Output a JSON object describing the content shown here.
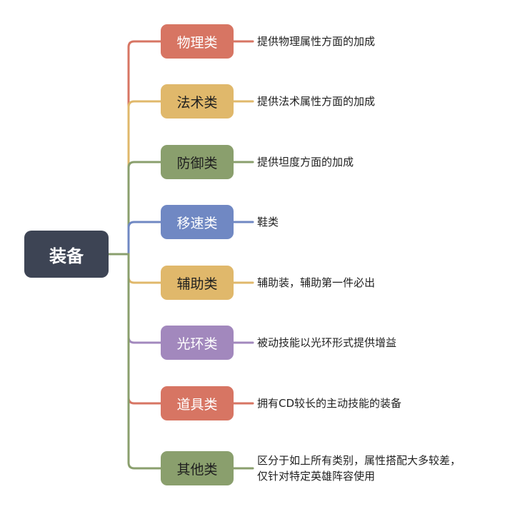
{
  "root": {
    "label": "装备"
  },
  "colors": {
    "root_bg": "#3d4454",
    "red": "#d77563",
    "yellow": "#e0b86b",
    "green": "#8a9f6d",
    "blue": "#7088c3",
    "purple": "#a288bd"
  },
  "branches": [
    {
      "label": "物理类",
      "color": "#d77563",
      "text_color": "#ffffff",
      "desc": [
        "提供物理属性方面的加成"
      ]
    },
    {
      "label": "法术类",
      "color": "#e0b86b",
      "text_color": "#1f1f1f",
      "desc": [
        "提供法术属性方面的加成"
      ]
    },
    {
      "label": "防御类",
      "color": "#8a9f6d",
      "text_color": "#1f1f1f",
      "desc": [
        "提供坦度方面的加成"
      ]
    },
    {
      "label": "移速类",
      "color": "#7088c3",
      "text_color": "#ffffff",
      "desc": [
        "鞋类"
      ]
    },
    {
      "label": "辅助类",
      "color": "#e0b86b",
      "text_color": "#1f1f1f",
      "desc": [
        "辅助装，辅助第一件必出"
      ]
    },
    {
      "label": "光环类",
      "color": "#a288bd",
      "text_color": "#ffffff",
      "desc": [
        "被动技能以光环形式提供增益"
      ]
    },
    {
      "label": "道具类",
      "color": "#d77563",
      "text_color": "#ffffff",
      "desc": [
        "拥有CD较长的主动技能的装备"
      ]
    },
    {
      "label": "其他类",
      "color": "#8a9f6d",
      "text_color": "#1f1f1f",
      "desc": [
        "区分于如上所有类别，属性搭配大多较差，",
        "仅针对特定英雄阵容使用"
      ]
    }
  ]
}
